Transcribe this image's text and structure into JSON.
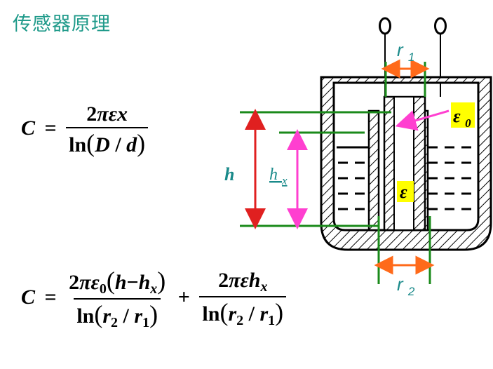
{
  "title": "传感器原理",
  "formula1": {
    "lhs": "C",
    "eq": "=",
    "num": "2πεx",
    "den": "ln(D / d)"
  },
  "formula2": {
    "lhs": "C",
    "eq": "=",
    "term1_num": "2πε0(h − hx)",
    "term1_den": "ln(r2 / r1)",
    "plus": "+",
    "term2_num": "2πεhx",
    "term2_den": "ln(r2 / r1)"
  },
  "labels": {
    "r1": "r1",
    "r2": "r2",
    "eps0": "ε0",
    "eps": "ε",
    "h": "h",
    "hx": "hx"
  },
  "colors": {
    "title": "#1f9a8a",
    "green": "#1a8a1a",
    "red": "#e02020",
    "pink": "#ff3fd0",
    "orange": "#ff6a1a",
    "teal": "#1a8a8a",
    "yellow": "#ffff00"
  }
}
